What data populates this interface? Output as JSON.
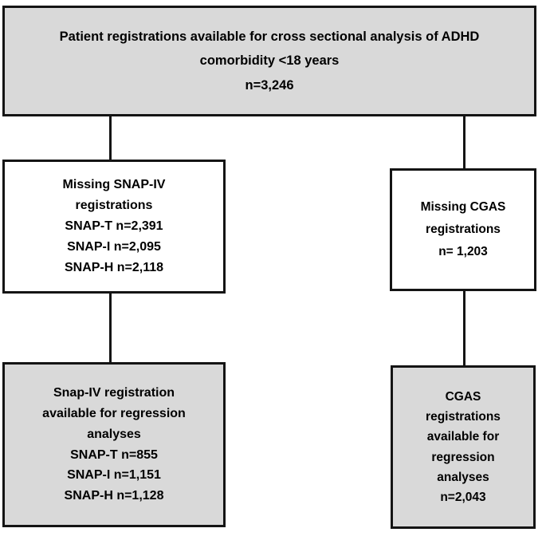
{
  "diagram": {
    "title": "Patient registration flow for cross sectional analysis of ADHD comorbidity",
    "colors": {
      "box_fill_shaded": "#d9d9d9",
      "box_fill_plain": "#ffffff",
      "border": "#141414",
      "text": "#000000",
      "background": "#ffffff"
    },
    "nodes": {
      "total": {
        "id": "total-registrations",
        "style": "shaded",
        "lines": [
          "Patient registrations available for cross sectional analysis of ADHD",
          "comorbidity <18 years",
          "n=3,246"
        ]
      },
      "missing_snap": {
        "id": "missing-snap-iv-registrations",
        "style": "plain",
        "lines": [
          "Missing SNAP-IV",
          "registrations",
          "SNAP-T n=2,391",
          "SNAP-I n=2,095",
          "SNAP-H n=2,118"
        ]
      },
      "missing_cgas": {
        "id": "missing-cgas-registrations",
        "style": "plain",
        "lines": [
          "Missing CGAS",
          "registrations",
          "n= 1,203"
        ]
      },
      "snap_available": {
        "id": "snap-iv-available-for-regression",
        "style": "shaded",
        "lines": [
          "Snap-IV registration",
          "available for regression",
          "analyses",
          "SNAP-T n=855",
          "SNAP-I n=1,151",
          "SNAP-H n=1,128"
        ]
      },
      "cgas_available": {
        "id": "cgas-available-for-regression",
        "style": "shaded",
        "lines": [
          "CGAS",
          "registrations",
          "available for",
          "regression",
          "analyses",
          "n=2,043"
        ]
      }
    },
    "connectors": [
      {
        "id": "total-to-missing-snap",
        "from": "total",
        "to": "missing_snap",
        "orientation": "vertical"
      },
      {
        "id": "total-to-missing-cgas",
        "from": "total",
        "to": "missing_cgas",
        "orientation": "vertical"
      },
      {
        "id": "missing-snap-to-snap-available",
        "from": "missing_snap",
        "to": "snap_available",
        "orientation": "vertical"
      },
      {
        "id": "missing-cgas-to-cgas-available",
        "from": "missing_cgas",
        "to": "cgas_available",
        "orientation": "vertical"
      }
    ]
  }
}
